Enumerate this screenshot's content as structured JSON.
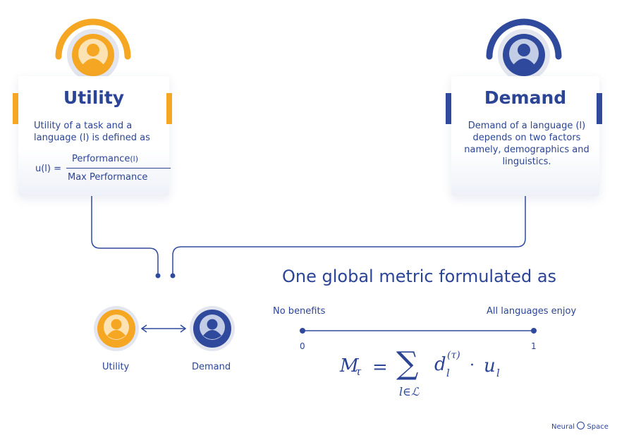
{
  "colors": {
    "orange": "#f5a623",
    "blue": "#2f4a9c",
    "text": "#2b4496",
    "line": "#2f4a9c"
  },
  "utility_card": {
    "title": "Utility",
    "body": "Utility of a task and a language (l) is defined as",
    "formula_lhs": "u(l) =",
    "numerator": "Performance",
    "numerator_sub": "(l)",
    "denominator": "Max Performance"
  },
  "demand_card": {
    "title": "Demand",
    "body": "Demand of a language (l) depends on two factors namely, demographics and linguistics."
  },
  "headline": "One global metric formulated as",
  "scale": {
    "left_label": "No benefits",
    "right_label": "All languages enjoy",
    "min": "0",
    "max": "1"
  },
  "legend": {
    "utility": "Utility",
    "demand": "Demand"
  },
  "brand": {
    "left": "Neural",
    "right": "Space"
  }
}
